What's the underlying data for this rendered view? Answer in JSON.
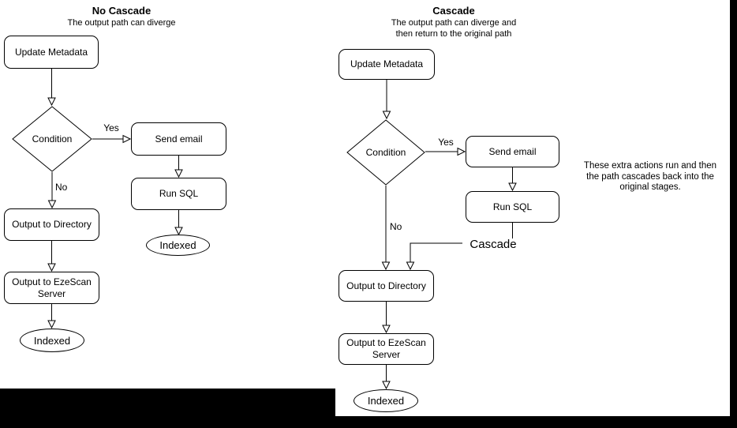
{
  "left_flow": {
    "title": "No Cascade",
    "subtitle": "The output path can diverge",
    "nodes": {
      "update_metadata": "Update Metadata",
      "condition": "Condition",
      "send_email": "Send email",
      "run_sql": "Run SQL",
      "indexed_branch": "Indexed",
      "output_directory": "Output to Directory",
      "output_ezescan_server": "Output to EzeScan Server",
      "indexed_end": "Indexed"
    },
    "edge_labels": {
      "yes": "Yes",
      "no": "No"
    }
  },
  "right_flow": {
    "title": "Cascade",
    "subtitle_line1": "The output path can diverge and",
    "subtitle_line2": "then return to the original path",
    "nodes": {
      "update_metadata": "Update Metadata",
      "condition": "Condition",
      "send_email": "Send email",
      "run_sql": "Run SQL",
      "output_directory": "Output to Directory",
      "output_ezescan_server": "Output to EzeScan Server",
      "indexed_end": "Indexed"
    },
    "edge_labels": {
      "yes": "Yes",
      "no": "No",
      "cascade": "Cascade"
    }
  },
  "annotation": {
    "line1": "These extra actions run and then",
    "line2": "the path cascades back into the",
    "line3": "original stages."
  },
  "colors": {
    "stroke": "#000000",
    "node_fill": "#ffffff",
    "canvas": "#ffffff",
    "outside": "#000000"
  }
}
